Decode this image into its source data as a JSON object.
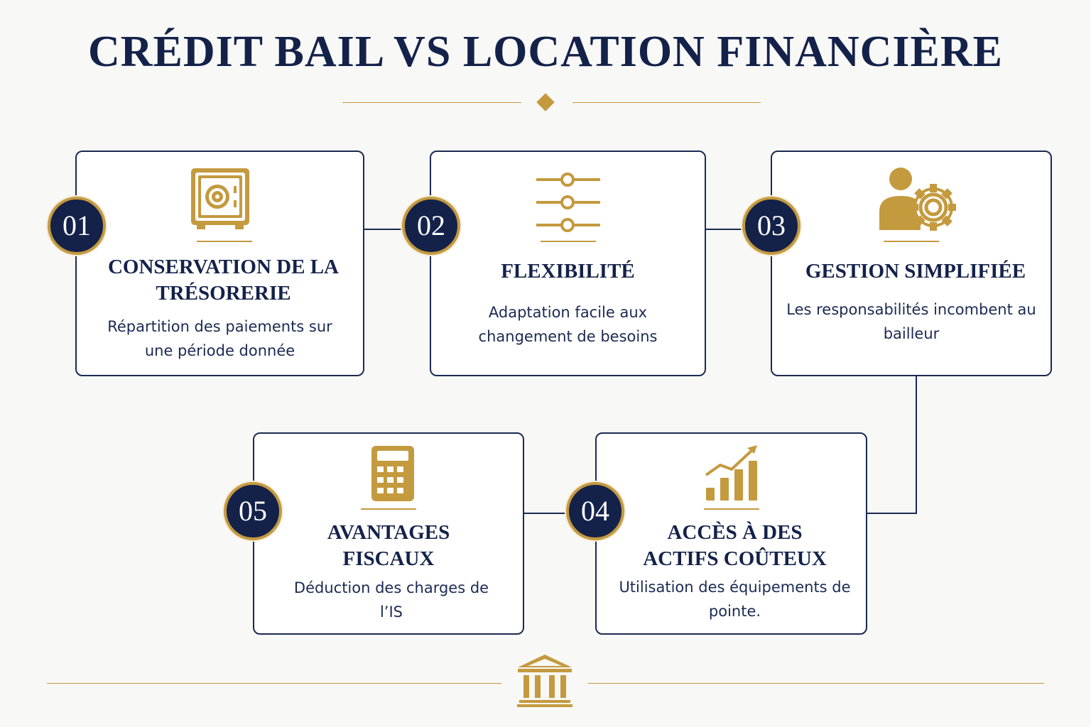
{
  "title": "CRÉDIT BAIL VS LOCATION FINANCIÈRE",
  "colors": {
    "navy": "#14224a",
    "gold": "#c49a3f",
    "background": "#f8f8f6"
  },
  "steps": [
    {
      "number": "01",
      "title": "CONSERVATION DE LA TRÉSORERIE",
      "description": "Répartition des paiements sur une période donnée",
      "icon": "safe-icon"
    },
    {
      "number": "02",
      "title": "FLEXIBILITÉ",
      "description": "Adaptation facile aux changement de besoins",
      "icon": "sliders-icon"
    },
    {
      "number": "03",
      "title": "GESTION SIMPLIFIÉE",
      "description": "Les responsabilités incombent au bailleur",
      "icon": "user-gear-icon"
    },
    {
      "number": "04",
      "title": "ACCÈS À DES ACTIFS COÛTEUX",
      "description": "Utilisation des équipements de pointe.",
      "icon": "growth-chart-icon"
    },
    {
      "number": "05",
      "title": "AVANTAGES FISCAUX",
      "description": "Déduction des charges de l’IS",
      "icon": "calculator-icon"
    }
  ],
  "footer_icon": "bank-building-icon"
}
